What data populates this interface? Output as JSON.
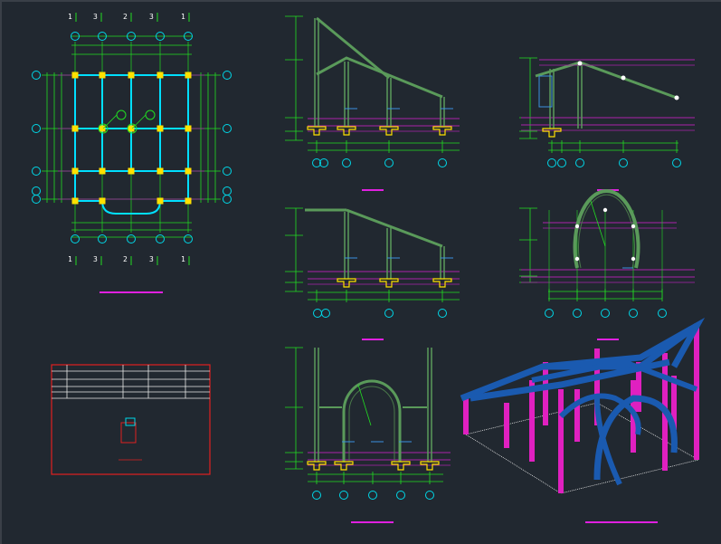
{
  "drawing": {
    "background": "#212830",
    "colors": {
      "axis_bubble": "#00d8e8",
      "dimension": "#22dd22",
      "grid_line": "#aa22aa",
      "column": "#00e0ff",
      "beam": "#5a9a5a",
      "footing": "#ffe000",
      "label_bar": "#e020e0",
      "table_border": "#e02020",
      "iso_beam": "#1a5ab0",
      "iso_column": "#e020c0",
      "white": "#e8e8e8",
      "text": "#ffffff"
    },
    "axis_top_labels": [
      "1",
      "3",
      "2",
      "3",
      "1"
    ],
    "axis_bottom_labels": [
      "1",
      "3",
      "2",
      "3",
      "1"
    ]
  }
}
